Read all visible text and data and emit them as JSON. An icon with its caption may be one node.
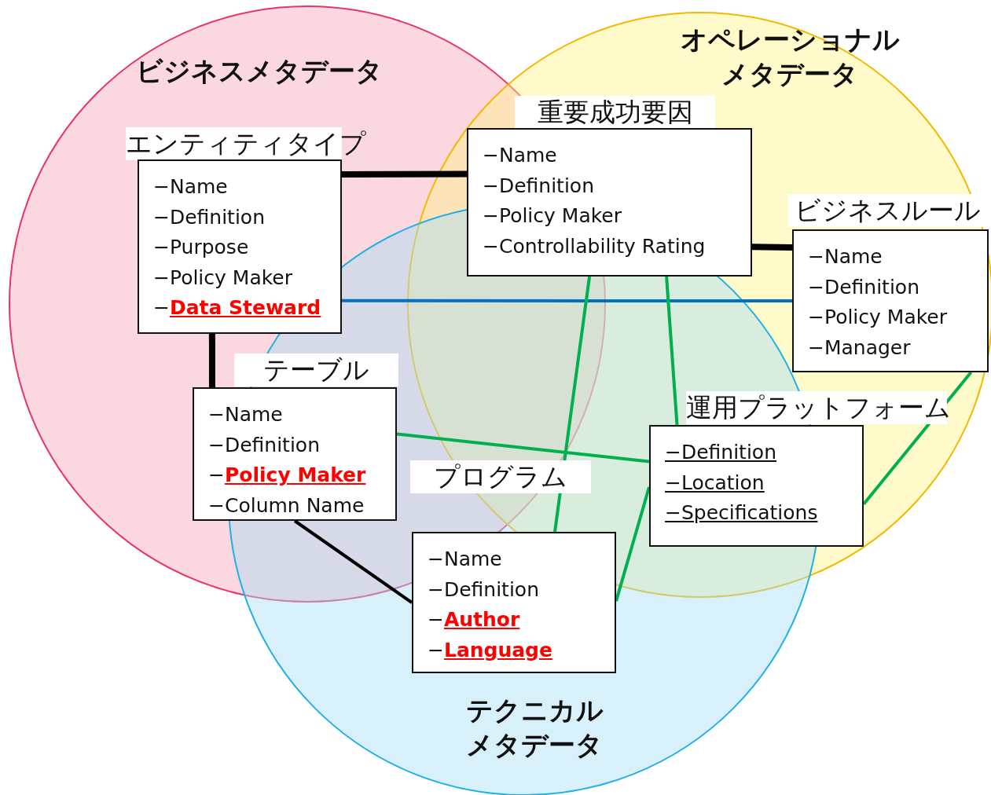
{
  "diagram": {
    "nodes": [
      {
        "text": [
          "エンティティタイプ",
          "−Name",
          "−Definition",
          "−Purpose",
          "−Policy Maker",
          "−**Data Steward**"
        ]
      },
      {
        "text": [
          "重要成功要因",
          "−Name",
          "−Definition",
          "−Policy Maker",
          "−Controllability Rating"
        ]
      },
      {
        "text": [
          "ビジネスルール",
          "−Name",
          "−Definition",
          "−Policy Maker",
          "−Manager"
        ]
      },
      {
        "text": [
          "テーブル",
          "−Name",
          "−Definition",
          "−**Policy Maker**",
          "−Column Name"
        ]
      },
      {
        "text": [
          "運用プラットフォーム",
          "−Definition",
          "−Location",
          "−Specifications"
        ]
      },
      {
        "text": [
          "プログラム",
          "−Name",
          "−Definition",
          "−**Author**",
          "−**Language**"
        ]
      }
    ],
    "edges": [
      {
        "from": 0,
        "to": 1,
        "arrow": "none",
        "style": "thick",
        "color": "#000000"
      },
      {
        "from": 0,
        "to": 3,
        "arrow": "none",
        "style": "thick",
        "color": "#000000"
      },
      {
        "from": 1,
        "to": 2,
        "arrow": "none",
        "style": "thick",
        "color": "#000000"
      },
      {
        "from": 0,
        "to": 2,
        "arrow": "none",
        "color": "#0070c0"
      },
      {
        "from": 3,
        "to": 4,
        "arrow": "none",
        "color": "#00b050"
      },
      {
        "from": 3,
        "to": 5,
        "arrow": "none",
        "color": "#000000"
      },
      {
        "from": 1,
        "to": 5,
        "arrow": "none",
        "color": "#00b050"
      },
      {
        "from": 1,
        "to": 4,
        "arrow": "none",
        "color": "#00b050"
      },
      {
        "from": 4,
        "to": 5,
        "arrow": "none",
        "color": "#00b050"
      },
      {
        "from": 2,
        "to": 4,
        "arrow": "none",
        "color": "#00b050"
      }
    ],
    "labels": [
      "ビジネスメタデータ",
      "オペレーショナルメタデータ",
      "テクニカルメタデータ"
    ]
  }
}
